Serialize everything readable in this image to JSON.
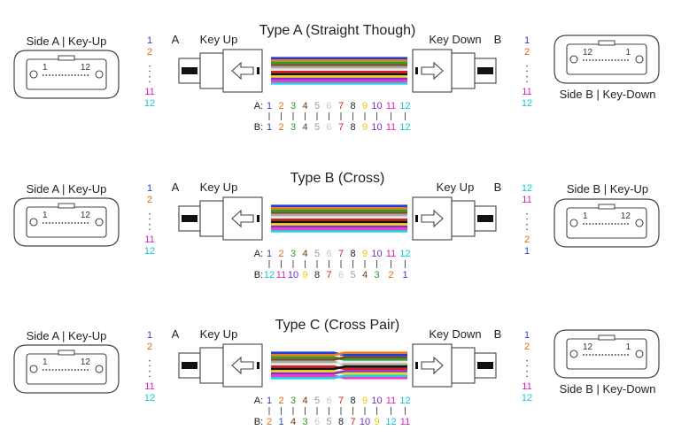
{
  "colors": {
    "fiber": [
      "#1f3fd8",
      "#f07a1a",
      "#2aa02a",
      "#7a4a1e",
      "#a8a8a8",
      "#e8e8e8",
      "#d81e1e",
      "#111111",
      "#f2dd00",
      "#8a2bd8",
      "#f03cc8",
      "#22d0e0"
    ],
    "number_text": [
      "#2a3fd0",
      "#e06a10",
      "#2a9a2a",
      "#6a3a14",
      "#9a9a9a",
      "#c8c8c8",
      "#d81e1e",
      "#222222",
      "#e8c800",
      "#7a2bc8",
      "#e020c0",
      "#10c8d8"
    ],
    "line": "#444444"
  },
  "diagram": {
    "rows": [
      {
        "title": "Type A (Straight Though)",
        "side_left": "Side A | Key-Up",
        "side_right": "Side B | Key-Down",
        "label_a": "A",
        "label_b": "B",
        "key_left": "Key Up",
        "key_right": "Key Down",
        "left_col": [
          "1",
          "2",
          "11",
          "12"
        ],
        "right_col": [
          "1",
          "2",
          "11",
          "12"
        ],
        "conn_right_nums": [
          "12",
          "1"
        ],
        "map_a": [
          "1",
          "2",
          "3",
          "4",
          "5",
          "6",
          "7",
          "8",
          "9",
          "10",
          "11",
          "12"
        ],
        "map_b": [
          "1",
          "2",
          "3",
          "4",
          "5",
          "6",
          "7",
          "8",
          "9",
          "10",
          "11",
          "12"
        ]
      },
      {
        "title": "Type B (Cross)",
        "side_left": "Side A | Key-Up",
        "side_right": "Side B | Key-Up",
        "label_a": "A",
        "label_b": "B",
        "key_left": "Key Up",
        "key_right": "Key Up",
        "left_col": [
          "1",
          "2",
          "11",
          "12"
        ],
        "right_col": [
          "12",
          "11",
          "2",
          "1"
        ],
        "conn_right_nums": [
          "1",
          "12"
        ],
        "map_a": [
          "1",
          "2",
          "3",
          "4",
          "5",
          "6",
          "7",
          "8",
          "9",
          "10",
          "11",
          "12"
        ],
        "map_b": [
          "12",
          "11",
          "10",
          "9",
          "8",
          "7",
          "6",
          "5",
          "4",
          "3",
          "2",
          "1"
        ]
      },
      {
        "title": "Type C (Cross Pair)",
        "side_left": "Side A | Key-Up",
        "side_right": "Side B | Key-Down",
        "label_a": "A",
        "label_b": "B",
        "key_left": "Key Up",
        "key_right": "Key Down",
        "left_col": [
          "1",
          "2",
          "11",
          "12"
        ],
        "right_col": [
          "1",
          "2",
          "11",
          "12"
        ],
        "conn_right_nums": [
          "12",
          "1"
        ],
        "map_a": [
          "1",
          "2",
          "3",
          "4",
          "5",
          "6",
          "7",
          "8",
          "9",
          "10",
          "11",
          "12"
        ],
        "map_b": [
          "2",
          "1",
          "4",
          "3",
          "6",
          "5",
          "8",
          "7",
          "10",
          "9",
          "12",
          "11"
        ]
      }
    ],
    "conn_left_nums": [
      "1",
      "12"
    ],
    "map_prefix_a": "A:",
    "map_prefix_b": "B:",
    "dots": ":"
  }
}
